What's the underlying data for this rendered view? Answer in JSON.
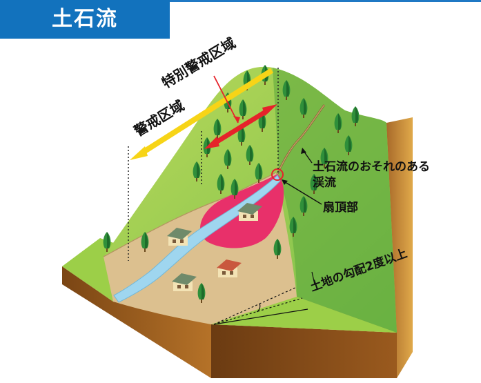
{
  "header": {
    "title": "土石流"
  },
  "labels": {
    "special_warning_zone": "特別警戒区域",
    "warning_zone": "警戒区域",
    "debris_stream_line1": "土石流のおそれのある",
    "debris_stream_line2": "渓流",
    "fan_apex": "扇頂部",
    "slope": "土地の勾配2度以上"
  },
  "colors": {
    "title_bg": "#1272bd",
    "warning_arrow": "#f7d417",
    "special_arrow": "#e6222a",
    "special_zone_fill": "#e8306a",
    "stream": "#9fd6ef"
  }
}
